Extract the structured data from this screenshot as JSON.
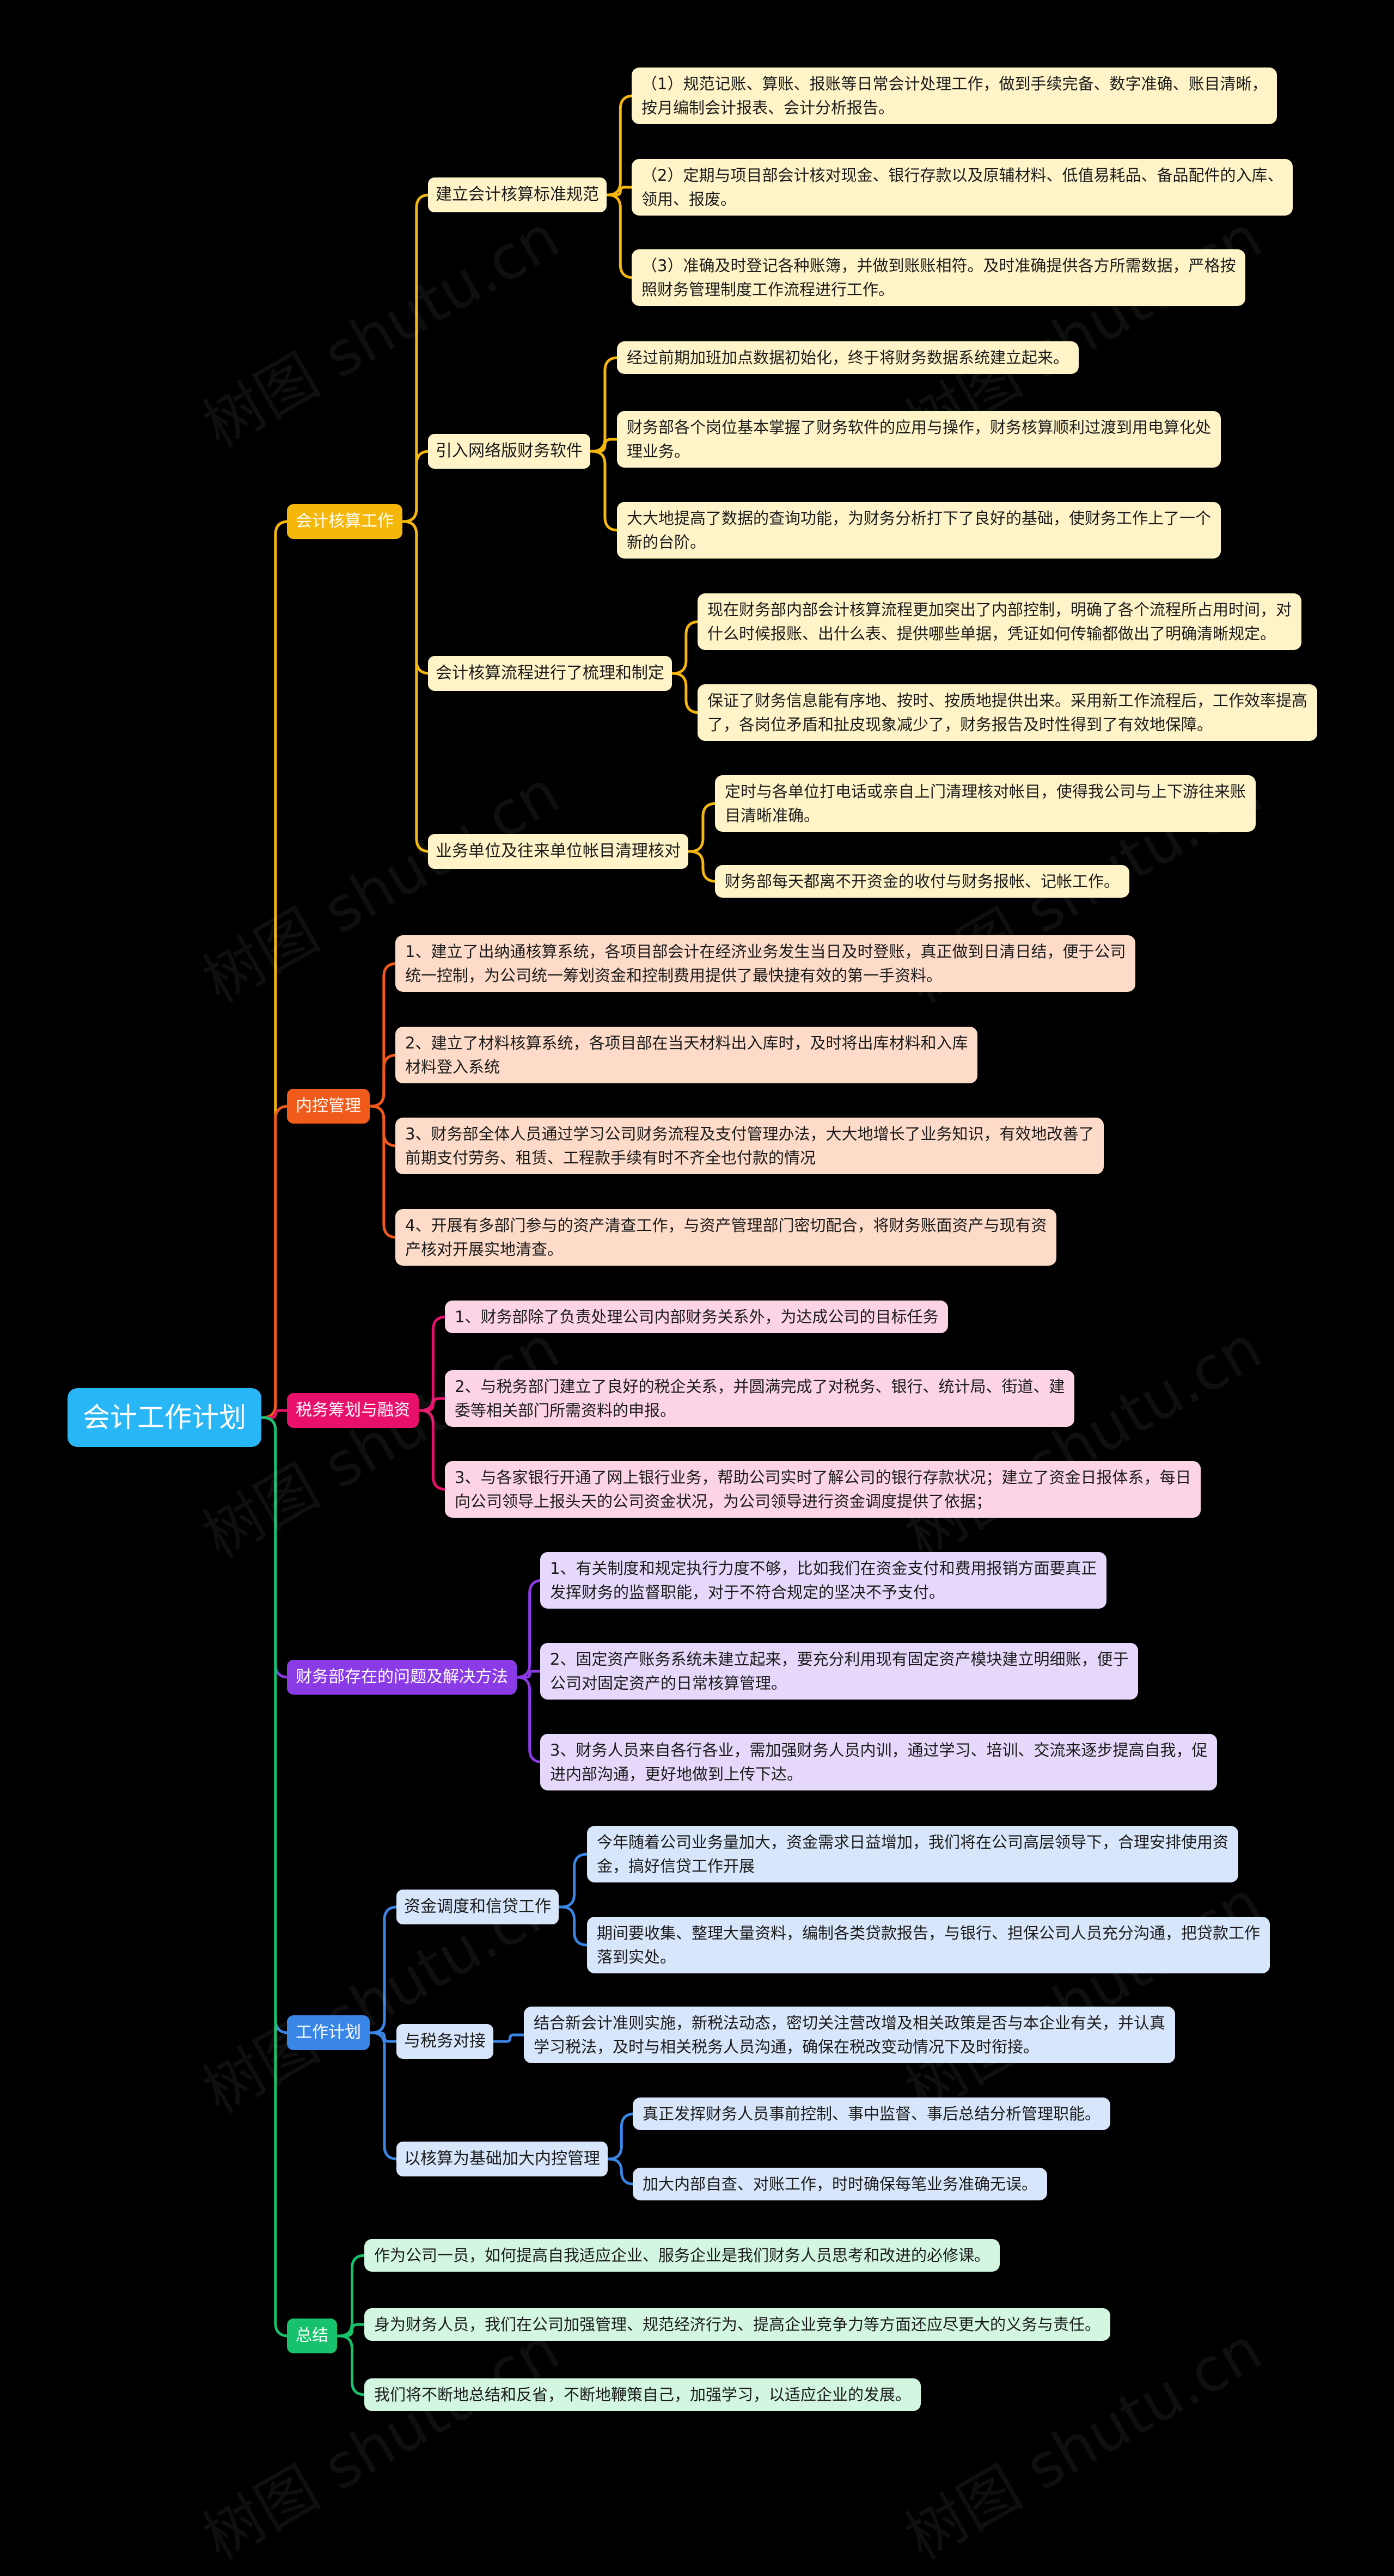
{
  "title": "会计工作计划",
  "watermark": "树图 shutu.cn",
  "colors": {
    "c1": "#f5b70a",
    "c1bg": "#fff4c8",
    "c2": "#f05a1a",
    "c2bg": "#fddbc8",
    "c3": "#e8106a",
    "c3bg": "#fcd4e6",
    "c4": "#8a3be6",
    "c4bg": "#e6d8fb",
    "c5": "#3a86e6",
    "c5bg": "#d8e6fb",
    "c6": "#16c26b",
    "c6bg": "#d2f6e0"
  },
  "categories": {
    "c1": "会计核算工作",
    "c2": "内控管理",
    "c3": "税务筹划与融资",
    "c4": "财务部存在的问题及解决方法",
    "c5": "工作计划",
    "c6": "总结"
  },
  "subs": {
    "s1": "建立会计核算标准规范",
    "s2": "引入网络版财务软件",
    "s3": "会计核算流程进行了梳理和制定",
    "s4": "业务单位及往来单位帐目清理核对",
    "s5": "资金调度和信贷工作",
    "s6": "与税务对接",
    "s7": "以核算为基础加大内控管理"
  },
  "leaves": {
    "l1": "（1）规范记账、算账、报账等日常会计处理工作，做到手续完备、数字准确、账目清晰，\n按月编制会计报表、会计分析报告。",
    "l2": "（2）定期与项目部会计核对现金、银行存款以及原辅材料、低值易耗品、备品配件的入库、\n领用、报废。",
    "l3": "（3）准确及时登记各种账簿，并做到账账相符。及时准确提供各方所需数据，严格按\n照财务管理制度工作流程进行工作。",
    "l4": "经过前期加班加点数据初始化，终于将财务数据系统建立起来。",
    "l5": "财务部各个岗位基本掌握了财务软件的应用与操作，财务核算顺利过渡到用电算化处\n理业务。",
    "l6": "大大地提高了数据的查询功能，为财务分析打下了良好的基础，使财务工作上了一个\n新的台阶。",
    "l7": "现在财务部内部会计核算流程更加突出了内部控制，明确了各个流程所占用时间，对\n什么时候报账、出什么表、提供哪些单据，凭证如何传输都做出了明确清晰规定。",
    "l8": "保证了财务信息能有序地、按时、按质地提供出来。采用新工作流程后，工作效率提高\n了，各岗位矛盾和扯皮现象减少了，财务报告及时性得到了有效地保障。",
    "l9": "定时与各单位打电话或亲自上门清理核对帐目，使得我公司与上下游往来账\n目清晰准确。",
    "l10": "财务部每天都离不开资金的收付与财务报帐、记帐工作。",
    "l11": "1、建立了出纳通核算系统，各项目部会计在经济业务发生当日及时登账，真正做到日清日结，便于公司\n统一控制，为公司统一筹划资金和控制费用提供了最快捷有效的第一手资料。",
    "l12": "2、建立了材料核算系统，各项目部在当天材料出入库时，及时将出库材料和入库\n材料登入系统",
    "l13": "3、财务部全体人员通过学习公司财务流程及支付管理办法，大大地增长了业务知识，有效地改善了\n前期支付劳务、租赁、工程款手续有时不齐全也付款的情况",
    "l14": "4、开展有多部门参与的资产清查工作，与资产管理部门密切配合，将财务账面资产与现有资\n产核对开展实地清查。",
    "l15": "1、财务部除了负责处理公司内部财务关系外，为达成公司的目标任务",
    "l16": "2、与税务部门建立了良好的税企关系，并圆满完成了对税务、银行、统计局、街道、建\n委等相关部门所需资料的申报。",
    "l17": "3、与各家银行开通了网上银行业务，帮助公司实时了解公司的银行存款状况；建立了资金日报体系，每日\n向公司领导上报头天的公司资金状况，为公司领导进行资金调度提供了依据；",
    "l18": "1、有关制度和规定执行力度不够，比如我们在资金支付和费用报销方面要真正\n发挥财务的监督职能，对于不符合规定的坚决不予支付。",
    "l19": "2、固定资产账务系统未建立起来，要充分利用现有固定资产模块建立明细账，便于\n公司对固定资产的日常核算管理。",
    "l20": "3、财务人员来自各行各业，需加强财务人员内训，通过学习、培训、交流来逐步提高自我，促\n进内部沟通，更好地做到上传下达。",
    "l21": "今年随着公司业务量加大，资金需求日益增加，我们将在公司高层领导下，合理安排使用资\n金，搞好信贷工作开展",
    "l22": "期间要收集、整理大量资料，编制各类贷款报告，与银行、担保公司人员充分沟通，把贷款工作\n落到实处。",
    "l23": "结合新会计准则实施，新税法动态，密切关注营改增及相关政策是否与本企业有关，并认真\n学习税法，及时与相关税务人员沟通，确保在税改变动情况下及时衔接。",
    "l24": "真正发挥财务人员事前控制、事中监督、事后总结分析管理职能。",
    "l25": "加大内部自查、对账工作，时时确保每笔业务准确无误。",
    "l26": "作为公司一员，如何提高自我适应企业、服务企业是我们财务人员思考和改进的必修课。",
    "l27": "身为财务人员，我们在公司加强管理、规范经济行为、提高企业竞争力等方面还应尽更大的义务与责任。",
    "l28": "我们将不断地总结和反省，不断地鞭策自己，加强学习，以适应企业的发展。"
  }
}
